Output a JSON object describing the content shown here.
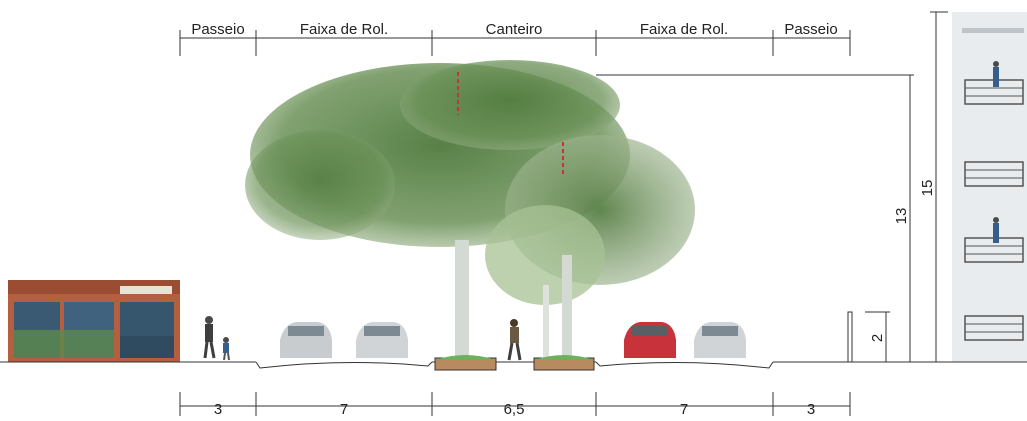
{
  "sections": [
    {
      "label": "Passeio",
      "width": "3"
    },
    {
      "label": "Faixa de Rol.",
      "width": "7"
    },
    {
      "label": "Canteiro",
      "width": "6,5"
    },
    {
      "label": "Faixa de Rol.",
      "width": "7"
    },
    {
      "label": "Passeio",
      "width": "3"
    }
  ],
  "heights": {
    "tree": "13",
    "building": "15",
    "wall": "2"
  },
  "colors": {
    "tree_foliage": "#5f8a4a",
    "tree_trunk": "#cfd6cf",
    "planter_soil": "#b88a5f",
    "planter_grass": "#6fb05c",
    "car_red": "#c8323a",
    "car_silver": "#c9cccf",
    "building": "#e9ecee"
  },
  "icons": [
    "storefront",
    "pedestrian",
    "car",
    "tree",
    "building-with-balconies",
    "wall"
  ]
}
